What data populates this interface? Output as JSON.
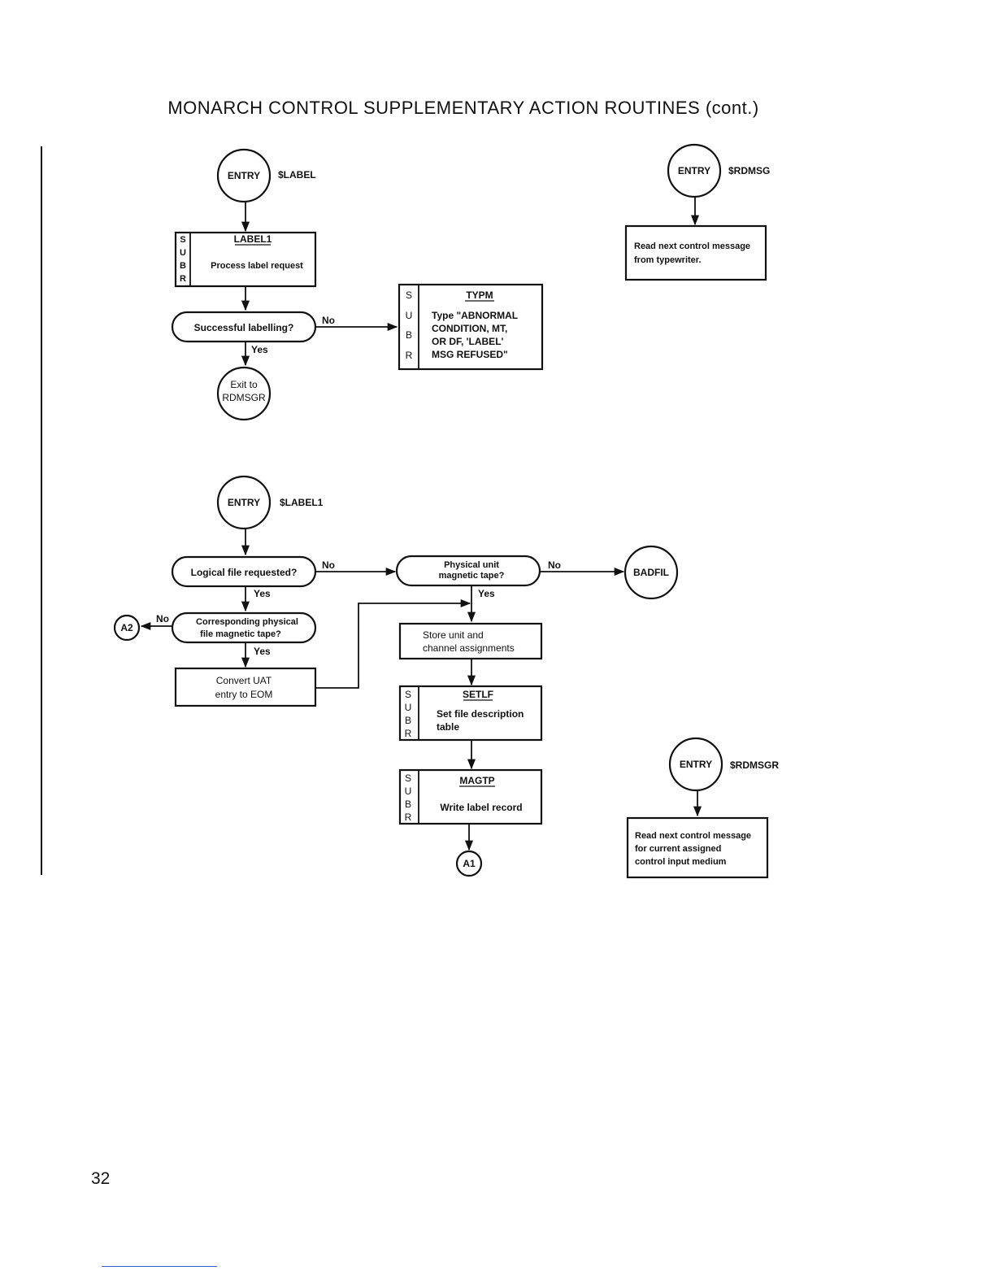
{
  "page": {
    "title": "MONARCH CONTROL SUPPLEMENTARY ACTION ROUTINES (cont.)",
    "page_number": "32"
  },
  "common": {
    "entry": "ENTRY",
    "yes": "Yes",
    "no": "No",
    "subr": [
      "S",
      "U",
      "B",
      "R"
    ]
  },
  "slabel": {
    "entry_label": "$LABEL",
    "sub_label1_name": "LABEL1",
    "sub_label1_desc": "Process label request",
    "decision": "Successful labelling?",
    "exit_line1": "Exit to",
    "exit_line2": "RDMSGR",
    "typm_name": "TYPM",
    "typm_lines": [
      "Type \"ABNORMAL",
      "CONDITION, MT,",
      "OR DF, 'LABEL'",
      "MSG REFUSED\""
    ]
  },
  "srdmsg": {
    "entry_label": "$RDMSG",
    "box_lines": [
      "Read next control message",
      "from typewriter."
    ]
  },
  "slabel1": {
    "entry_label": "$LABEL1",
    "decision_logical": "Logical file requested?",
    "decision_physical_lines": [
      "Physical unit",
      "magnetic tape?"
    ],
    "badfil": "BADFIL",
    "decision_corr_lines": [
      "Corresponding physical",
      "file magnetic tape?"
    ],
    "connector_a2": "A2",
    "convert_lines": [
      "Convert UAT",
      "entry to EOM"
    ],
    "store_lines": [
      "Store unit and",
      "channel assignments"
    ],
    "setlf_name": "SETLF",
    "setlf_lines": [
      "Set file description",
      "table"
    ],
    "magtp_name": "MAGTP",
    "magtp_desc": "Write label record",
    "connector_a1": "A1"
  },
  "srdmsgr": {
    "entry_label": "$RDMSGR",
    "box_lines": [
      "Read next control message",
      "for current assigned",
      "control input medium"
    ]
  }
}
